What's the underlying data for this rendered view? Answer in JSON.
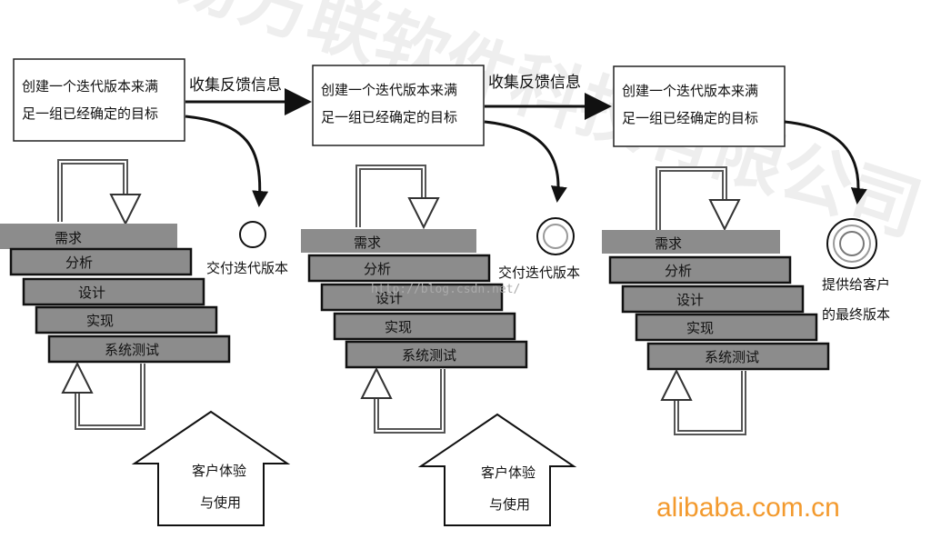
{
  "watermark": "易方联软件科技有限公司",
  "url_watermark": "http://blog.csdn.net/",
  "iterations": [
    {
      "goal_line1": "创建一个迭代版本来满",
      "goal_line2": "足一组已经确定的目标",
      "steps": [
        "需求",
        "分析",
        "设计",
        "实现",
        "系统测试"
      ],
      "deliverable_line1": "交付迭代版本",
      "deliverable_line2": "",
      "feedback": "收集反馈信息",
      "customer_line1": "客户体验",
      "customer_line2": "与使用"
    },
    {
      "goal_line1": "创建一个迭代版本来满",
      "goal_line2": "足一组已经确定的目标",
      "steps": [
        "需求",
        "分析",
        "设计",
        "实现",
        "系统测试"
      ],
      "deliverable_line1": "交付迭代版本",
      "deliverable_line2": "",
      "feedback": "收集反馈信息",
      "customer_line1": "客户体验",
      "customer_line2": "与使用"
    },
    {
      "goal_line1": "创建一个迭代版本来满",
      "goal_line2": "足一组已经确定的目标",
      "steps": [
        "需求",
        "分析",
        "设计",
        "实现",
        "系统测试"
      ],
      "deliverable_line1": "提供给客户",
      "deliverable_line2": "的最终版本",
      "feedback": "",
      "customer_line1": "",
      "customer_line2": ""
    }
  ],
  "brand": "alibaba.com.cn"
}
